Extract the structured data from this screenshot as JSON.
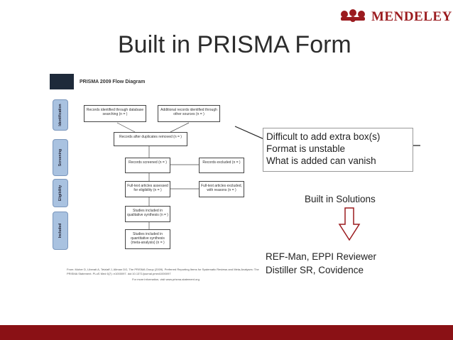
{
  "logo": {
    "text": "MENDELEY",
    "icon": "mendeley-logo-icon"
  },
  "slide": {
    "title": "Built in PRISMA Form"
  },
  "diagram": {
    "title": "PRISMA 2009 Flow Diagram",
    "phases": [
      "Identification",
      "Screening",
      "Eligibility",
      "Included"
    ],
    "boxes": {
      "b1": "Records identified through database searching (n = )",
      "b2": "Additional records identified through other sources (n = )",
      "b3": "Records after duplicates removed (n = )",
      "b4": "Records screened (n = )",
      "b5": "Records excluded (n = )",
      "b6": "Full-text articles assessed for eligibility (n = )",
      "b7": "Full-text articles excluded, with reasons (n = )",
      "b8": "Studies included in qualitative synthesis (n = )",
      "b9": "Studies included in quantitative synthesis (meta-analysis) (n = )"
    },
    "citation": "From: Moher D, Liberati A, Tetzlaff J, Altman DG, The PRISMA Group (2009). Preferred Reporting Items for Systematic Reviews and Meta-Analyses: The PRISMA Statement. PLoS Med 6(7): e1000097. doi:10.1371/journal.pmed1000097",
    "more_info": "For more information, visit www.prisma-statement.org."
  },
  "callout": {
    "lines": [
      "Difficult to add extra box(s)",
      "Format is unstable",
      "What is added can vanish"
    ]
  },
  "built_in": {
    "label": "Built in Solutions"
  },
  "solutions": {
    "lines": [
      "REF-Man, EPPI Reviewer",
      "Distiller SR, Covidence"
    ]
  },
  "colors": {
    "brand": "#9b1b1f",
    "footer": "#8a1115",
    "phase_fill": "#a9c2e0"
  }
}
